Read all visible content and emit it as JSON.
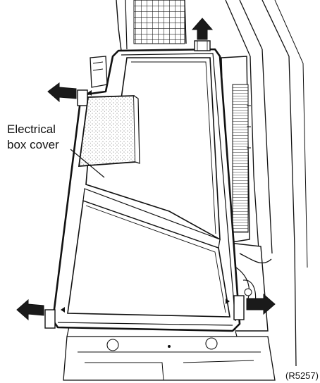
{
  "callout": {
    "line1": "Electrical",
    "line2": "box cover"
  },
  "figure_ref": "(R5257)",
  "colors": {
    "ink": "#111111",
    "arrow_fill": "#1a1a1a",
    "background": "#ffffff"
  },
  "arrows": [
    {
      "name": "arrow-up-icon",
      "direction": "up"
    },
    {
      "name": "arrow-left-top-icon",
      "direction": "left"
    },
    {
      "name": "arrow-left-bottom-icon",
      "direction": "left"
    },
    {
      "name": "arrow-right-bottom-icon",
      "direction": "right"
    }
  ]
}
